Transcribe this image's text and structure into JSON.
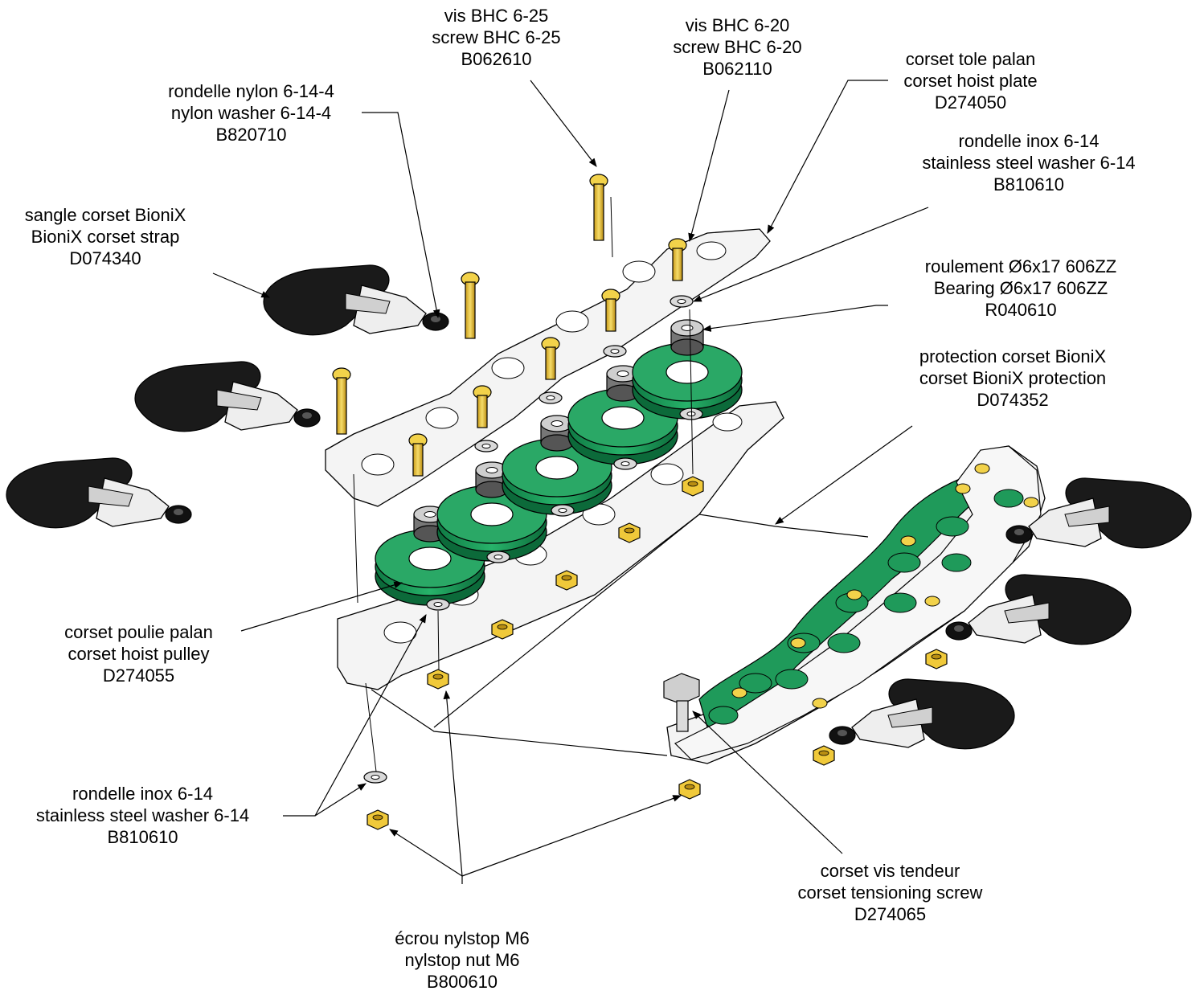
{
  "diagram": {
    "colors": {
      "green": "#1f9a5a",
      "green_dark": "#0f6b3c",
      "black_part": "#1a1a1a",
      "brass": "#e8c23a",
      "plate": "#f4f4f4",
      "line": "#000000",
      "bearing": "#444444"
    },
    "callouts": {
      "strap": {
        "fr": "sangle corset BioniX",
        "en": "BioniX corset strap",
        "ref": "D074340"
      },
      "nylon_washer": {
        "fr": "rondelle nylon 6-14-4",
        "en": "nylon washer 6-14-4",
        "ref": "B820710"
      },
      "screw_25": {
        "fr": "vis BHC 6-25",
        "en": "screw BHC 6-25",
        "ref": "B062610"
      },
      "screw_20": {
        "fr": "vis BHC 6-20",
        "en": "screw BHC 6-20",
        "ref": "B062110"
      },
      "hoist_plate": {
        "fr": "corset tole palan",
        "en": "corset hoist plate",
        "ref": "D274050"
      },
      "ss_washer_top": {
        "fr": "rondelle inox 6-14",
        "en": "stainless steel washer 6-14",
        "ref": "B810610"
      },
      "bearing": {
        "fr": "roulement Ø6x17  606ZZ",
        "en": "Bearing Ø6x17  606ZZ",
        "ref": "R040610"
      },
      "protection": {
        "fr": "protection corset BioniX",
        "en": "corset BioniX protection",
        "ref": "D074352"
      },
      "pulley": {
        "fr": "corset poulie palan",
        "en": "corset hoist pulley",
        "ref": "D274055"
      },
      "ss_washer_bot": {
        "fr": "rondelle inox 6-14",
        "en": "stainless steel washer 6-14",
        "ref": "B810610"
      },
      "nut": {
        "fr": "écrou nylstop M6",
        "en": "nylstop nut M6",
        "ref": "B800610"
      },
      "tension_screw": {
        "fr": "corset vis tendeur",
        "en": "corset tensioning screw",
        "ref": "D274065"
      }
    }
  }
}
